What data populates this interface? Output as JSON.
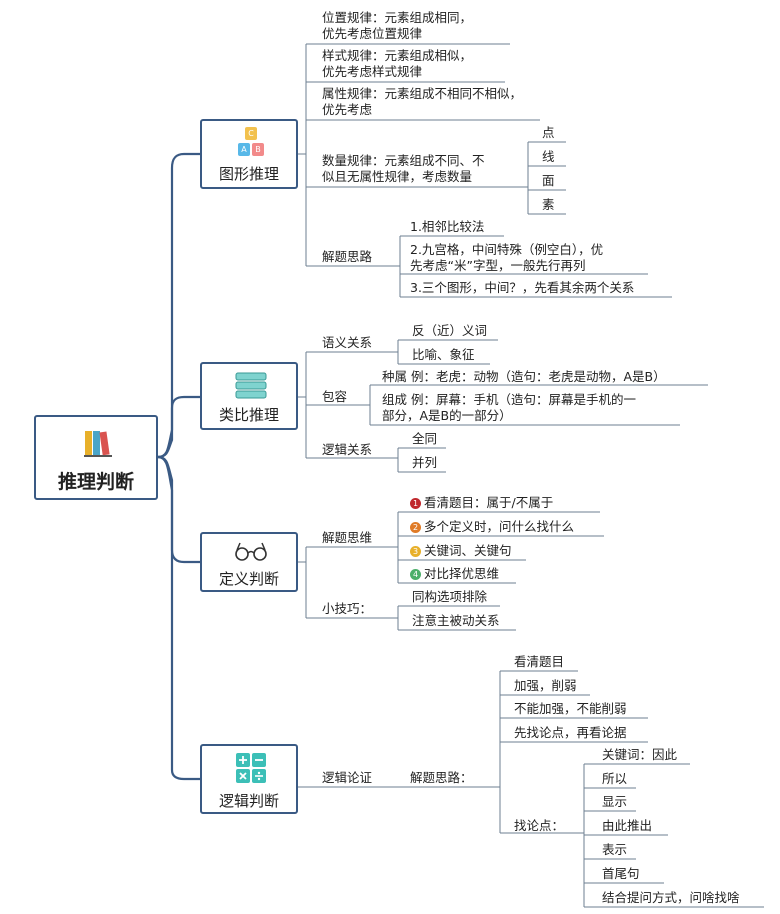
{
  "root": "推理判断",
  "graphic": {
    "title": "图形推理",
    "icon_letters": [
      "C",
      "A",
      "B"
    ],
    "rules": [
      {
        "line1": "位置规律：元素组成相同，",
        "line2": "优先考虑位置规律"
      },
      {
        "line1": "样式规律：元素组成相似，",
        "line2": "优先考虑样式规律"
      },
      {
        "line1": "属性规律：元素组成不相同不相似，",
        "line2": "优先考虑"
      },
      {
        "line1": "数量规律：元素组成不同、不",
        "line2": "似且无属性规律，考虑数量"
      }
    ],
    "quantity_items": [
      "点",
      "线",
      "面",
      "素"
    ],
    "method_label": "解题思路",
    "methods": [
      {
        "line1": "1.相邻比较法"
      },
      {
        "line1": "2.九宫格，中间特殊（例空白），优",
        "line2": "先考虑“米”字型，一般先行再列"
      },
      {
        "line1": "3.三个图形，中间？，先看其余两个关系"
      }
    ]
  },
  "analogy": {
    "title": "类比推理",
    "semantic_label": "语义关系",
    "semantic_items": [
      "反（近）义词",
      "比喻、象征"
    ],
    "contain_label": "包容",
    "contain_items": [
      {
        "line1": "种属 例：老虎：动物（造句：老虎是动物，A是B）"
      },
      {
        "line1": "组成 例：屏幕：手机（造句：屏幕是手机的一",
        "line2": "部分，A是B的一部分）"
      }
    ],
    "logic_label": "逻辑关系",
    "logic_items": [
      "全同",
      "并列"
    ]
  },
  "definition": {
    "title": "定义判断",
    "method_label": "解题思维",
    "steps": [
      {
        "num": "1",
        "color": "#c0282d",
        "text": "看清题目：属于/不属于"
      },
      {
        "num": "2",
        "color": "#e07b26",
        "text": "多个定义时，问什么找什么"
      },
      {
        "num": "3",
        "color": "#e8b02a",
        "text": "关键词、关键句"
      },
      {
        "num": "4",
        "color": "#4caf6a",
        "text": "对比择优思维"
      }
    ],
    "tips_label": "小技巧：",
    "tips": [
      "同构选项排除",
      "注意主被动关系"
    ]
  },
  "logic": {
    "title": "逻辑判断",
    "arg_label": "逻辑论证",
    "method_label": "解题思路：",
    "steps": [
      "看清题目",
      "加强，削弱",
      "不能加强，不能削弱",
      "先找论点，再看论据"
    ],
    "find_label": "找论点：",
    "keywords": [
      "关键词：因此",
      "所以",
      "显示",
      "由此推出",
      "表示",
      "首尾句",
      "结合提问方式，问啥找啥"
    ]
  },
  "colors": {
    "line": "#3a5a84",
    "thin_line": "#6e7f92"
  }
}
